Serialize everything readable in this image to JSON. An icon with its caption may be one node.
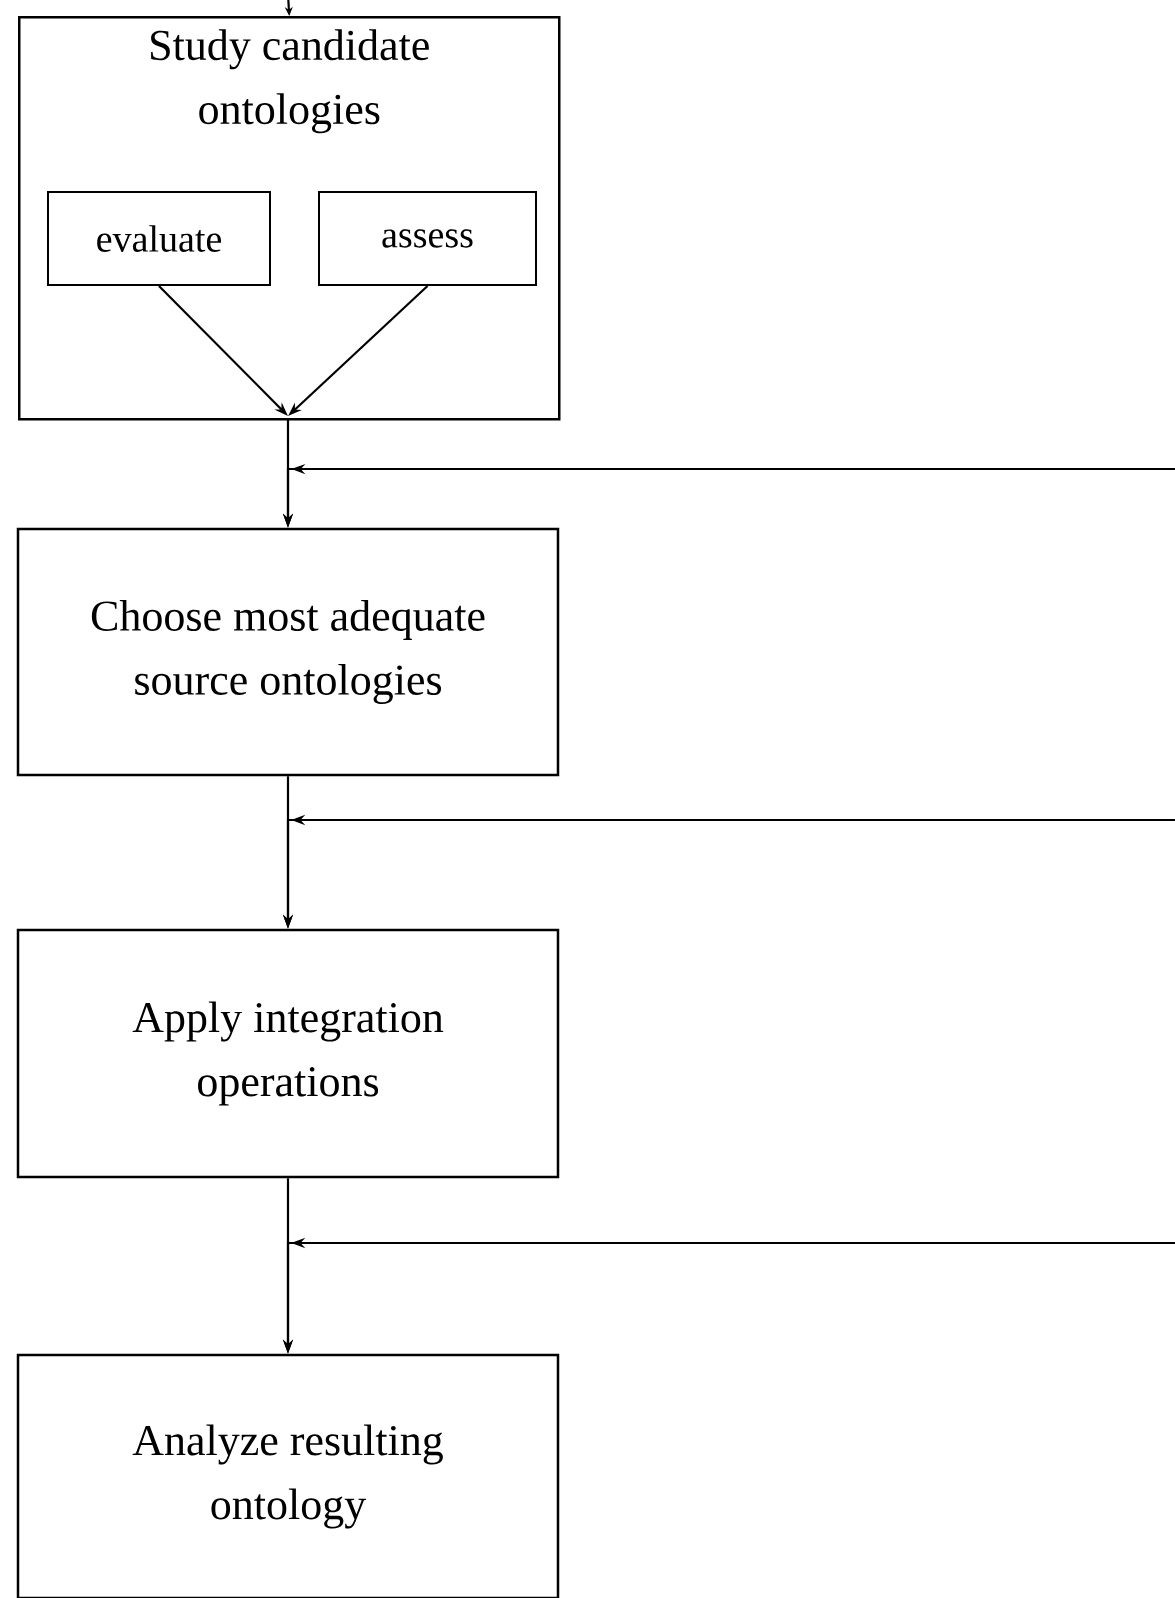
{
  "diagram": {
    "nodes": [
      {
        "text": [
          "Study candidate ontologies"
        ]
      },
      {
        "text": [
          "evaluate"
        ],
        "in": 0
      },
      {
        "text": [
          "assess"
        ],
        "in": 0
      },
      {
        "text": [
          "Choose most adequate source ontologies"
        ]
      },
      {
        "text": [
          "Apply integration operations"
        ]
      },
      {
        "text": [
          "Analyze resulting ontology"
        ]
      }
    ],
    "edges": [
      {
        "from": null,
        "to": 0,
        "arrow": "to"
      },
      {
        "from": 1,
        "to": 0,
        "arrow": "to"
      },
      {
        "from": 2,
        "to": 0,
        "arrow": "to"
      },
      {
        "from": 0,
        "to": 3,
        "arrow": "to"
      },
      {
        "from": null,
        "to": 3,
        "arrow": "to"
      },
      {
        "from": 3,
        "to": 4,
        "arrow": "to"
      },
      {
        "from": null,
        "to": 4,
        "arrow": "to"
      },
      {
        "from": 4,
        "to": 5,
        "arrow": "to"
      },
      {
        "from": null,
        "to": 5,
        "arrow": "to"
      }
    ]
  }
}
